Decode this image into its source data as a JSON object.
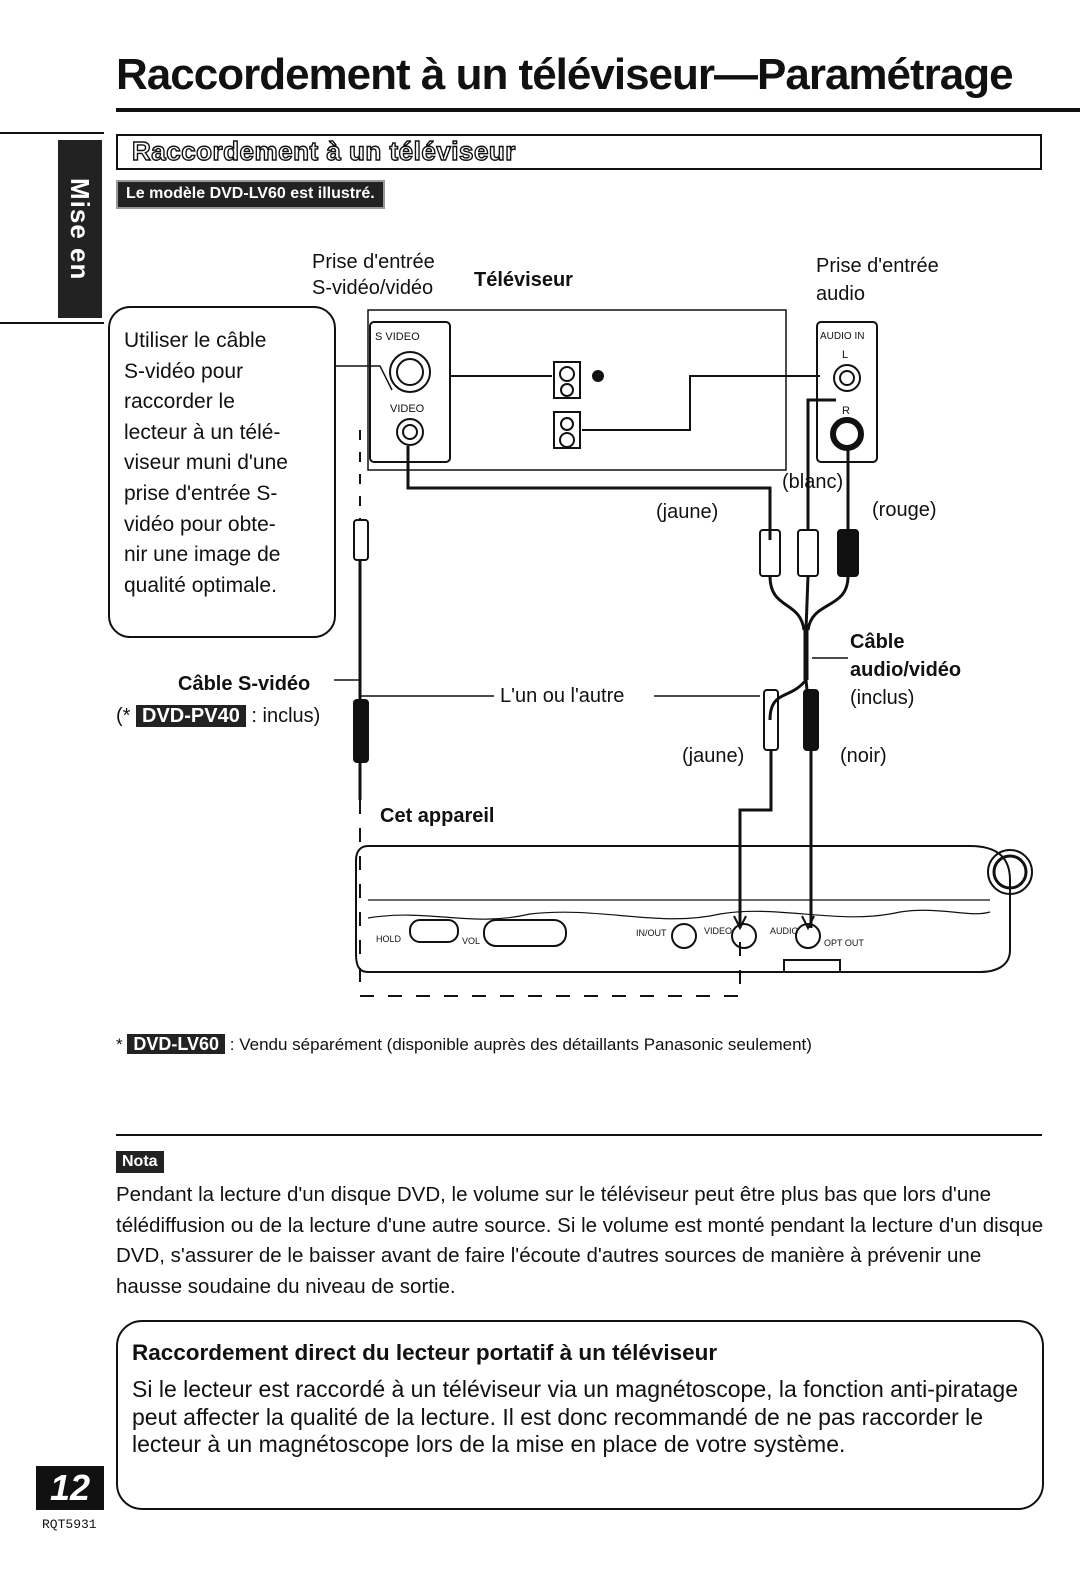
{
  "page": {
    "title": "Raccordement à un téléviseur—Paramétrage",
    "side_tab": "Mise en route",
    "number": "12",
    "code": "RQT5931"
  },
  "section": {
    "heading": "Raccordement à un téléviseur",
    "model_badge": "Le modèle DVD-LV60 est illustré."
  },
  "diagram": {
    "tv_label": "Téléviseur",
    "svideo_input_label": [
      "Prise d'entrée",
      "S-vidéo/vidéo"
    ],
    "audio_input_label": [
      "Prise d'entrée",
      "audio"
    ],
    "tv_jack_labels": {
      "svideo": "S VIDEO",
      "video": "VIDEO",
      "audio_in": "AUDIO IN",
      "left": "L",
      "right": "R"
    },
    "callout_lines": [
      "Utiliser le câble",
      "S-vidéo pour",
      "raccorder le",
      "lecteur à un télé-",
      "viseur muni d'une",
      "prise d'entrée S-",
      "vidéo pour obte-",
      "nir une image de",
      "qualité optimale."
    ],
    "color_labels": {
      "yellow_top": "(jaune)",
      "white": "(blanc)",
      "red": "(rouge)",
      "yellow_bottom": "(jaune)",
      "black": "(noir)"
    },
    "av_cable_label": [
      "Câble",
      "audio/vidéo"
    ],
    "av_cable_included": "(inclus)",
    "svideo_cable_label": "Câble S-vidéo",
    "svideo_cable_note": {
      "prefix": "(*",
      "model": "DVD-PV40",
      "suffix": ": inclus)"
    },
    "either_label": "L'un ou l'autre",
    "device_label": "Cet appareil",
    "device_panel_labels": {
      "hold": "HOLD",
      "vol": "VOL",
      "in_out": "IN/OUT",
      "video": "VIDEO",
      "audio": "AUDIO",
      "opt_out": "OPT OUT"
    }
  },
  "footnote": {
    "asterisk": "*",
    "model": "DVD-LV60",
    "text": ": Vendu séparément (disponible auprès des détaillants Panasonic seulement)"
  },
  "note": {
    "badge": "Nota",
    "text": "Pendant la lecture d'un disque DVD, le volume sur le téléviseur peut être plus bas que lors d'une télédiffusion ou de la lecture d'une autre source. Si le volume est monté pendant la lecture d'un disque DVD, s'assurer de le baisser avant de faire l'écoute d'autres sources de manière à prévenir une hausse soudaine du niveau de sortie."
  },
  "tip": {
    "heading": "Raccordement direct du lecteur portatif à un téléviseur",
    "text": "Si le lecteur est raccordé à un téléviseur via un magnétoscope, la fonction anti-piratage peut affecter la qualité de la lecture. Il est donc recommandé de ne pas raccorder le lecteur à un magnétoscope lors de la mise en place de votre système."
  }
}
